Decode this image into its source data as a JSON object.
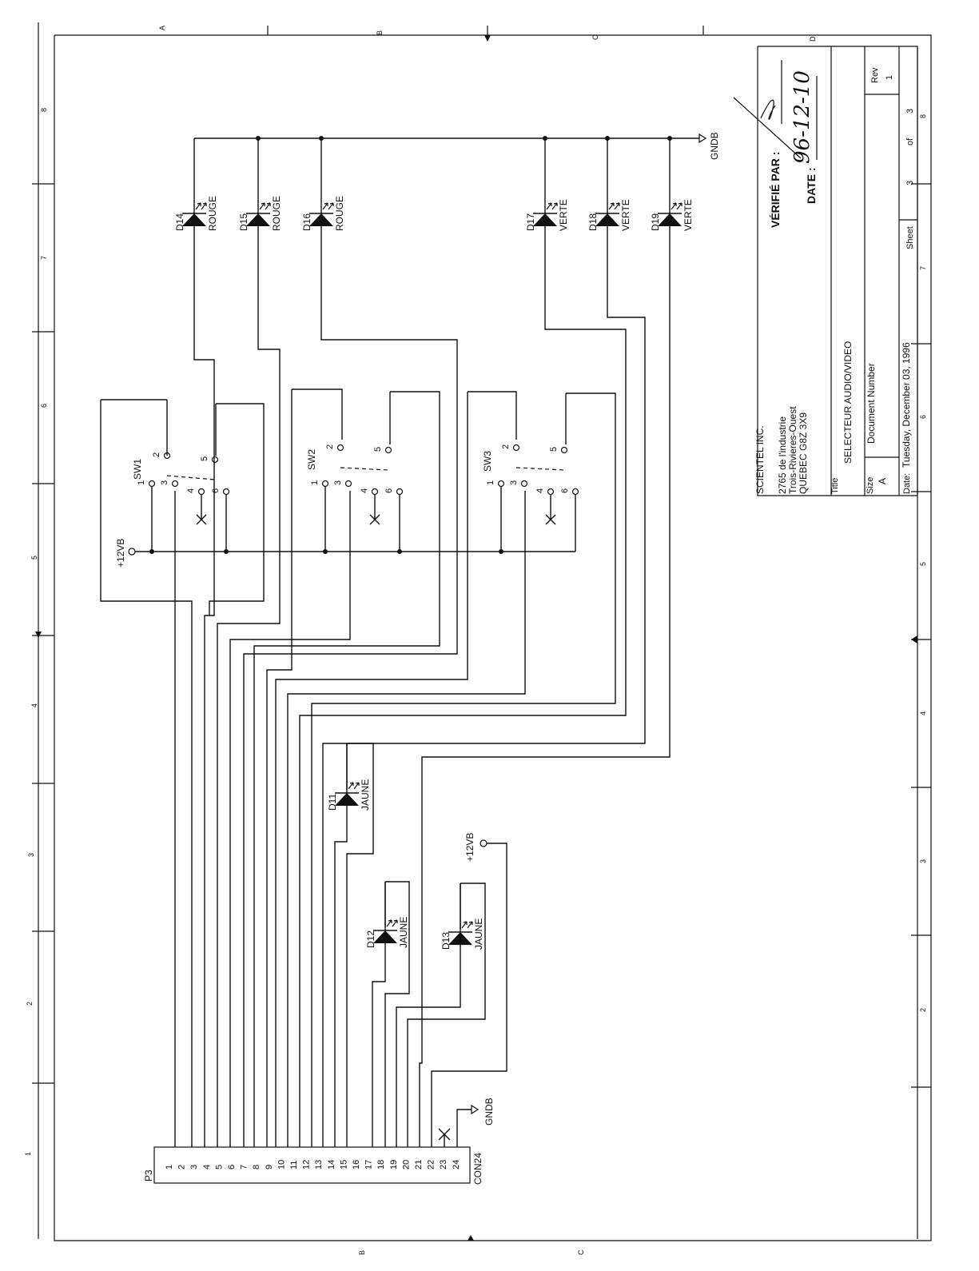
{
  "title_block": {
    "company": "SCIENTEL INC.",
    "address_line1": "2765 de l'industrie",
    "address_line2": "Trois-Rivieres-Ouest",
    "address_line3": "QUEBEC G8Z 3X9",
    "title_label": "Title",
    "title": "SELECTEUR AUDIO/VIDEO",
    "size_label": "Size",
    "size": "A",
    "doc_label": "Document Number",
    "rev_label": "Rev",
    "rev": "1",
    "date_label": "Date:",
    "date": "Tuesday, December 03, 1996",
    "sheet_label": "Sheet",
    "sheet_num": "3",
    "of_label": "of",
    "sheet_total": "3"
  },
  "verification": {
    "verified_label": "VÉRIFIÉ PAR :",
    "date_label": "DATE :",
    "date_value": "96-12-10"
  },
  "border": {
    "top_zones": [
      "A",
      "B",
      "C",
      "D"
    ],
    "left_zones": [
      "8",
      "7",
      "6",
      "5",
      "4",
      "3",
      "2",
      "1"
    ],
    "right_zones": [
      "8",
      "7",
      "6",
      "5",
      "4",
      "3",
      "2"
    ],
    "bottom_zones": [
      "B",
      "C"
    ]
  },
  "nets": {
    "gnd": "GNDB",
    "vcc": "+12VB"
  },
  "leds_top": [
    {
      "ref": "D14",
      "color": "ROUGE"
    },
    {
      "ref": "D15",
      "color": "ROUGE"
    },
    {
      "ref": "D16",
      "color": "ROUGE"
    },
    {
      "ref": "D17",
      "color": "VERTE"
    },
    {
      "ref": "D18",
      "color": "VERTE"
    },
    {
      "ref": "D19",
      "color": "VERTE"
    }
  ],
  "leds_bottom": [
    {
      "ref": "D11",
      "color": "JAUNE"
    },
    {
      "ref": "D12",
      "color": "JAUNE"
    },
    {
      "ref": "D13",
      "color": "JAUNE"
    }
  ],
  "switches": [
    "SW1",
    "SW2",
    "SW3"
  ],
  "switch_pins": [
    "1",
    "2",
    "3",
    "4",
    "5",
    "6"
  ],
  "connector": {
    "ref": "P3",
    "part": "CON24",
    "pins": [
      "1",
      "2",
      "3",
      "4",
      "5",
      "6",
      "7",
      "8",
      "9",
      "10",
      "11",
      "12",
      "13",
      "14",
      "15",
      "16",
      "17",
      "18",
      "19",
      "20",
      "21",
      "22",
      "23",
      "24"
    ]
  }
}
